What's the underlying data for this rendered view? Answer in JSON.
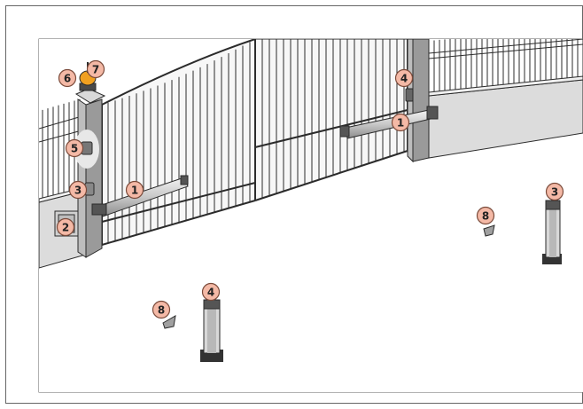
{
  "colors": {
    "badge_fill": "#f4b9a6",
    "badge_stroke": "#7a4a3a",
    "outline": "#2b2b2b",
    "wall_fill": "#dcdcdc",
    "pillar_fill": "#9a9a9a",
    "beacon": "#f0a020"
  },
  "callouts": [
    {
      "id": "c6",
      "label": "6",
      "part": "flashing-light"
    },
    {
      "id": "c7",
      "label": "7",
      "part": "antenna"
    },
    {
      "id": "c5",
      "label": "5",
      "part": "key-selector"
    },
    {
      "id": "c3a",
      "label": "3",
      "part": "photocell-wall"
    },
    {
      "id": "c2",
      "label": "2",
      "part": "control-panel"
    },
    {
      "id": "c1a",
      "label": "1",
      "part": "gate-operator-left"
    },
    {
      "id": "c1b",
      "label": "1",
      "part": "gate-operator-right"
    },
    {
      "id": "c4a",
      "label": "4",
      "part": "photocell-pillar-right"
    },
    {
      "id": "c3b",
      "label": "3",
      "part": "photocell-post-right"
    },
    {
      "id": "c8a",
      "label": "8",
      "part": "ground-stop-right"
    },
    {
      "id": "c4b",
      "label": "4",
      "part": "photocell-post-left"
    },
    {
      "id": "c8b",
      "label": "8",
      "part": "ground-stop-left"
    }
  ]
}
